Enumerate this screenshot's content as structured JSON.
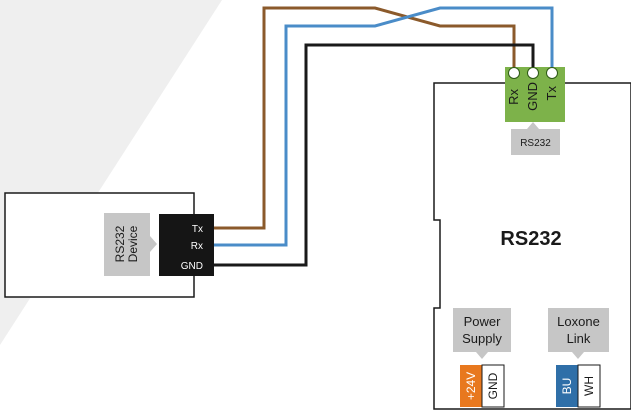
{
  "colors": {
    "tx_wire": "#8B5A2B",
    "rx_wire": "#4A8CC8",
    "gnd_wire": "#1a1a1a",
    "terminal_green": "#7DB24A",
    "label_gray": "#C6C6C6",
    "badge_orange": "#E8781E",
    "badge_blue": "#2F6FA8",
    "background_shape": "#EFEFEF"
  },
  "rs232_device": {
    "label_line1": "RS232",
    "label_line2": "Device",
    "pins": [
      "Tx",
      "Rx",
      "GND"
    ]
  },
  "extension": {
    "title": "RS232",
    "terminal_pins": [
      "Rx",
      "GND",
      "Tx"
    ],
    "terminal_callout": "RS232",
    "power_label_line1": "Power",
    "power_label_line2": "Supply",
    "power_pins": [
      "+24V",
      "GND"
    ],
    "link_label_line1": "Loxone",
    "link_label_line2": "Link",
    "link_pins": [
      "BU",
      "WH"
    ]
  }
}
